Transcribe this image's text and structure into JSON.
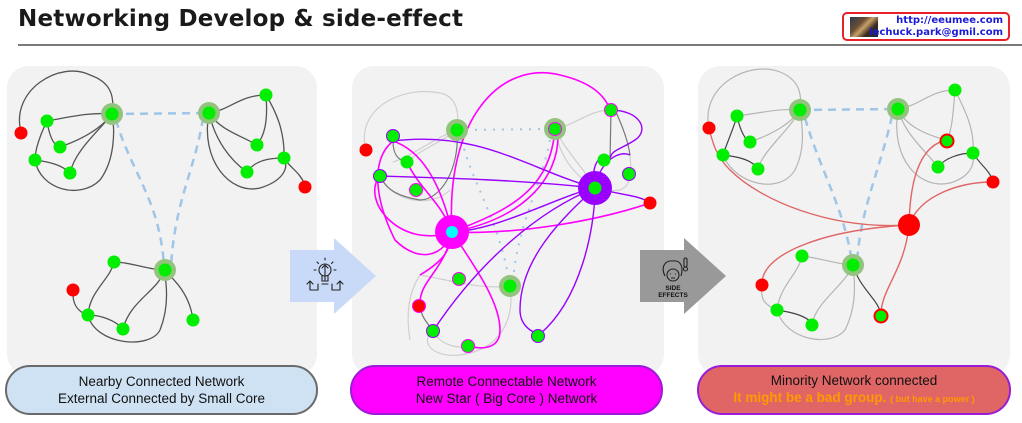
{
  "header": {
    "title": "Networking Develop & side-effect",
    "badge": {
      "thumbnail_icon": "portrait-thumbnail-icon",
      "url": "http://eeumee.com",
      "email": "lechuck.park@gmil.com"
    }
  },
  "colors": {
    "panel_bg": "#f2f2f2",
    "node_green": "#00ee00",
    "node_red": "#ff0000",
    "core_halo": "#93c47d",
    "dashed_link": "#9fc5e8",
    "magenta": "#ff00ff",
    "purple": "#9900ff",
    "minority_link": "#e06666",
    "arrow1": "#c9daf8",
    "arrow2": "#999999"
  },
  "panels": [
    {
      "id": "nearby",
      "caption_line1": "Nearby Connected Network",
      "caption_line2": "External Connected by Small Core"
    },
    {
      "id": "remote",
      "caption_line1": "Remote Connectable Network",
      "caption_line2": "New Star ( Big Core ) Network"
    },
    {
      "id": "minority",
      "caption_line1": "Minority Network connected",
      "caption_line2": "It might be a bad group.",
      "caption_note": "( but have a power )"
    }
  ],
  "arrows": [
    {
      "icon": "lightbulb-growth-icon"
    },
    {
      "icon": "side-effects-icon",
      "label_line1": "SIDE",
      "label_line2": "EFFECTS"
    }
  ]
}
